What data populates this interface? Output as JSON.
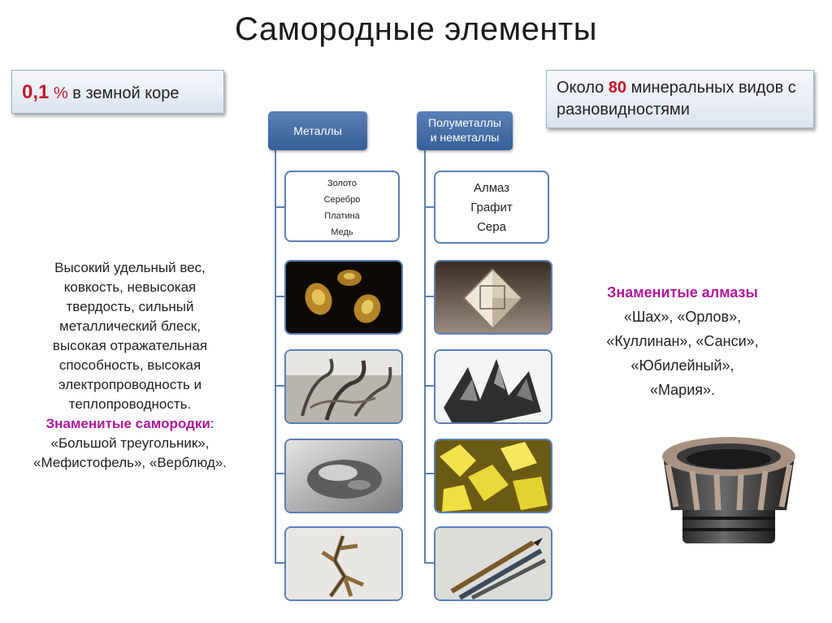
{
  "title": "Самородные элементы",
  "callout_left": {
    "value": "0,1",
    "unit": "%",
    "text": "в земной коре"
  },
  "callout_right": {
    "prefix": "Около",
    "value": "80",
    "text": "минеральных видов с разновидностями"
  },
  "metals": {
    "header": "Металлы",
    "items": [
      "Золото",
      "Серебро",
      "Платина",
      "Медь"
    ],
    "photos": [
      "gold-nuggets",
      "silver-wires",
      "platinum-nugget",
      "copper-dendrite"
    ]
  },
  "nonmetals": {
    "header": "Полуметаллы\nи неметаллы",
    "items": [
      "Алмаз",
      "Графит",
      "Сера"
    ],
    "photos": [
      "diamond-crystal",
      "graphite-crystals",
      "sulfur-crystals",
      "graphite-pencils"
    ]
  },
  "properties": {
    "lines": [
      "Высокий удельный вес,",
      "ковкость, невысокая",
      "твердость, сильный",
      "металлический блеск,",
      "высокая отражательная",
      "способность, высокая",
      "электропроводность и",
      "теплопроводность."
    ],
    "famous_label": "Знаменитые самородки",
    "famous_colon": ":",
    "famous_list": [
      "«Большой треугольник»,",
      "«Мефистофель», «Верблюд»."
    ]
  },
  "diamonds": {
    "label": "Знаменитые алмазы",
    "list": [
      "«Шах», «Орлов»,",
      "«Куллинан», «Санси»,",
      "«Юбилейный»,",
      "«Мария»."
    ]
  },
  "colors": {
    "accent_red": "#c0182a",
    "accent_pink": "#b0189a",
    "connector_blue": "#5b7fb5"
  }
}
